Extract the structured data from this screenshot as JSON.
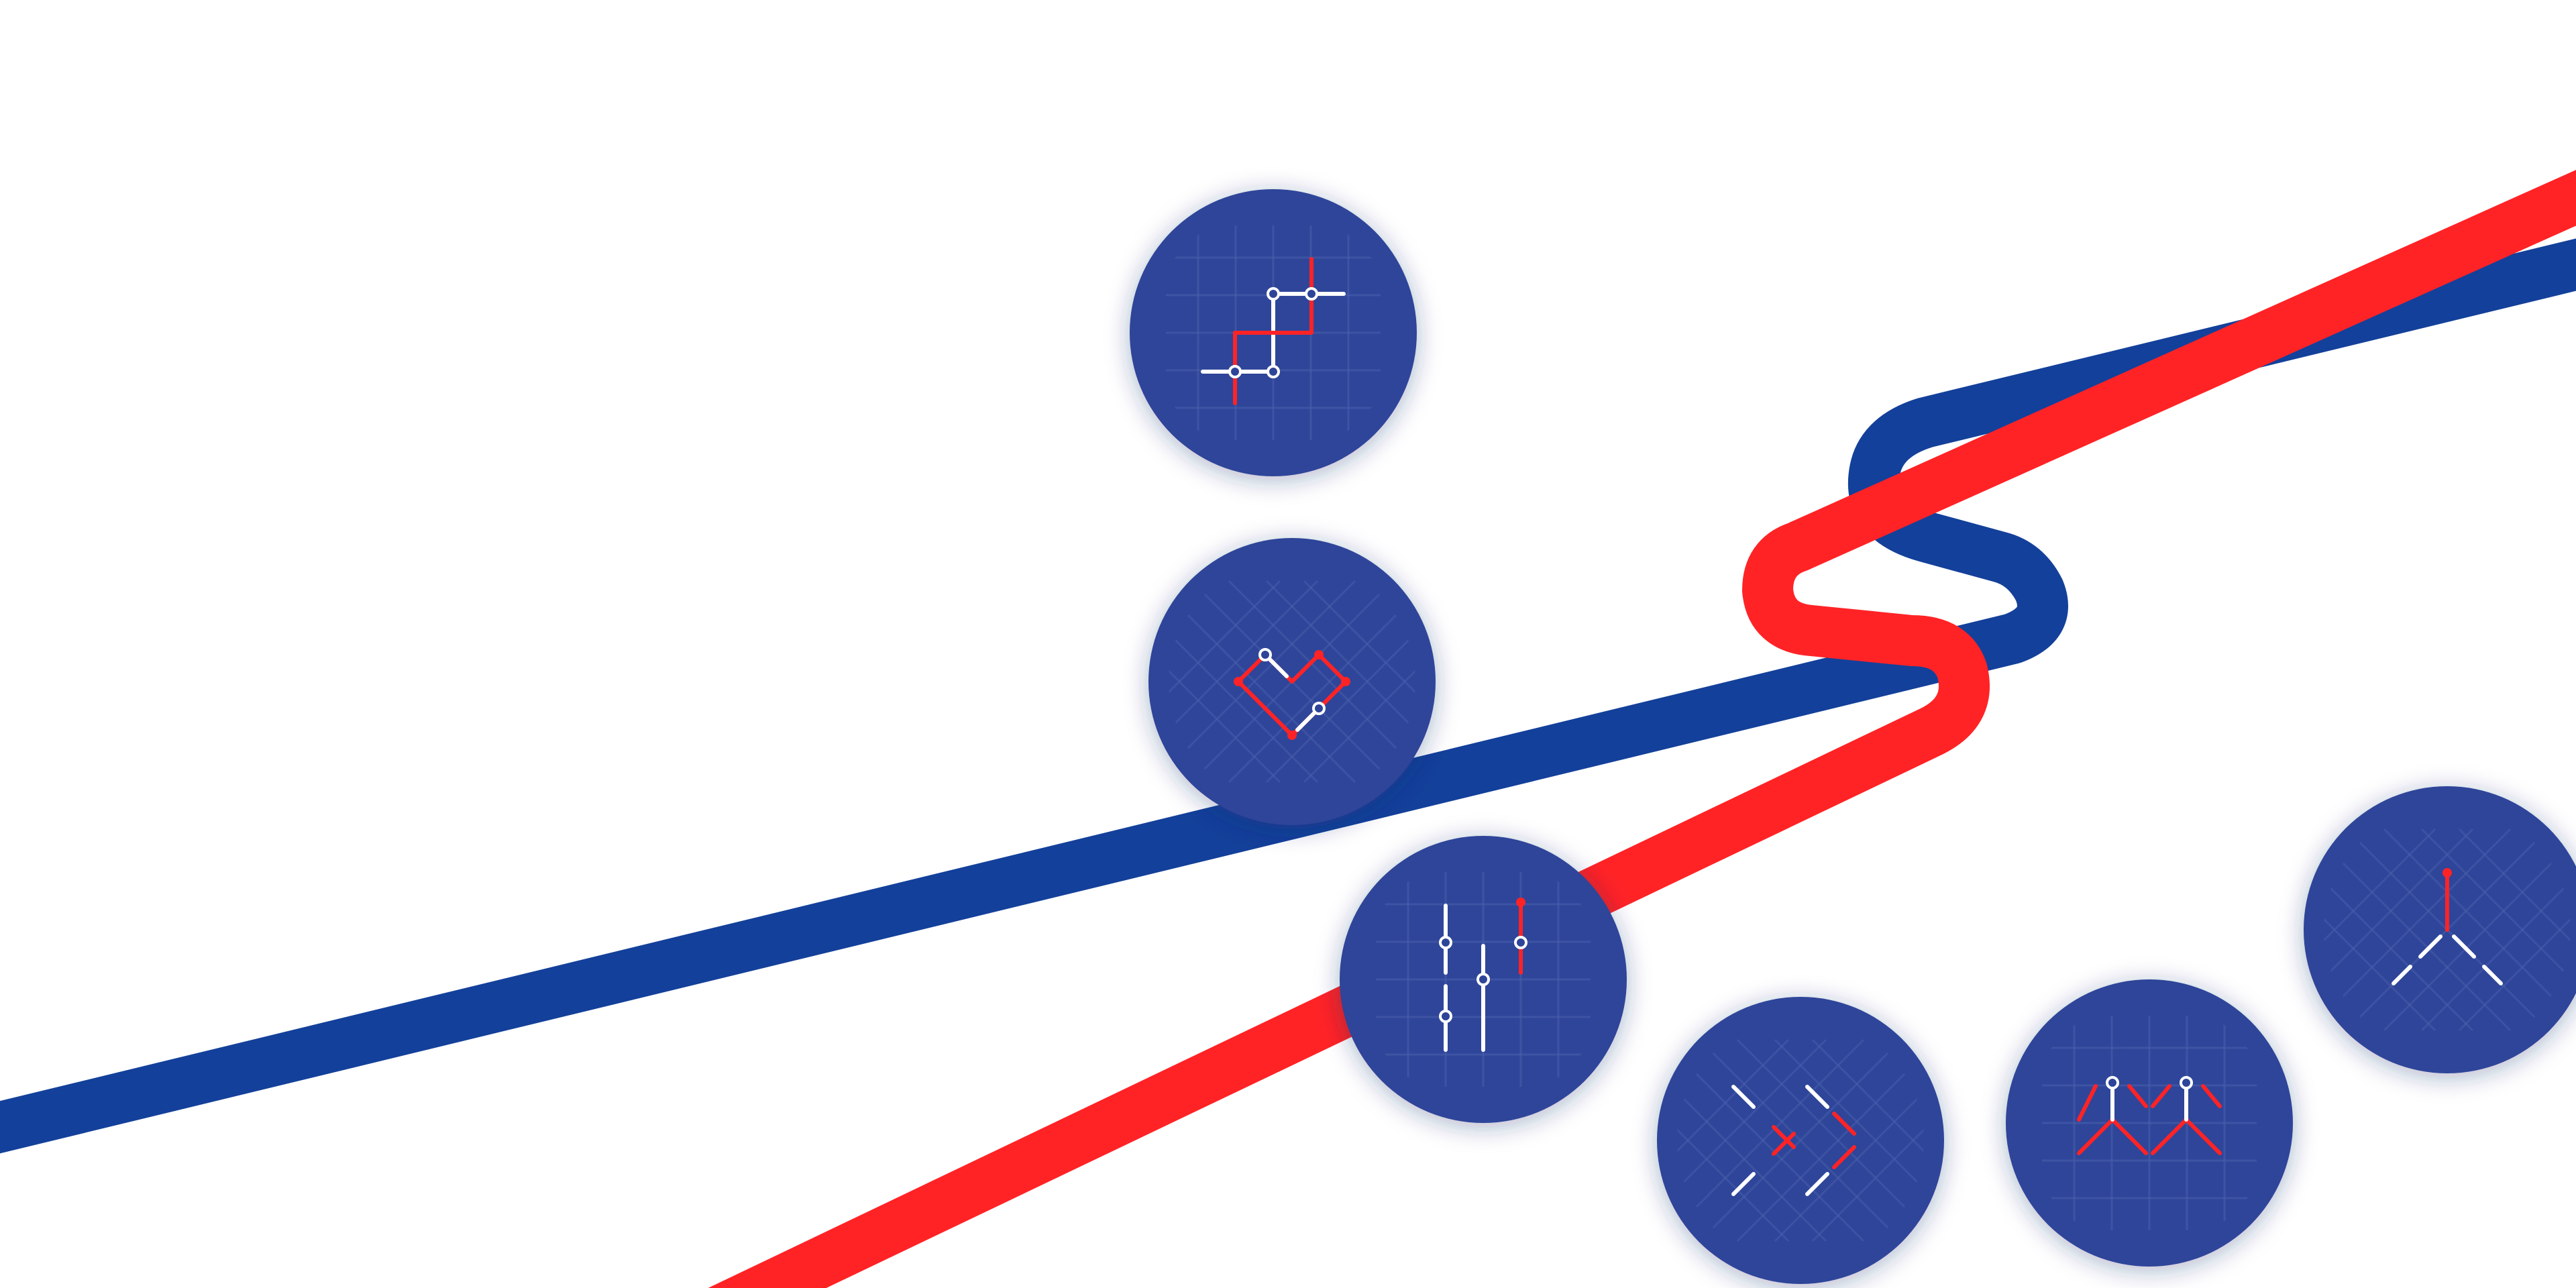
{
  "colors": {
    "background": "#ffffff",
    "blue_ribbon": "#13409a",
    "red_ribbon": "#ff2326",
    "disc": "#2e4499",
    "grid": "#4a5eab",
    "line_white": "#ffffff",
    "line_red": "#ff2326"
  },
  "ribbons": [
    {
      "name": "blue-ribbon",
      "color_key": "blue_ribbon"
    },
    {
      "name": "red-ribbon",
      "color_key": "red_ribbon"
    }
  ],
  "icons": [
    {
      "name": "stepped-path-grid-icon"
    },
    {
      "name": "diamond-lattice-icon"
    },
    {
      "name": "vertical-bars-grid-icon"
    },
    {
      "name": "cross-diagonals-icon"
    },
    {
      "name": "twin-peaks-icon"
    },
    {
      "name": "branching-fork-icon"
    }
  ]
}
